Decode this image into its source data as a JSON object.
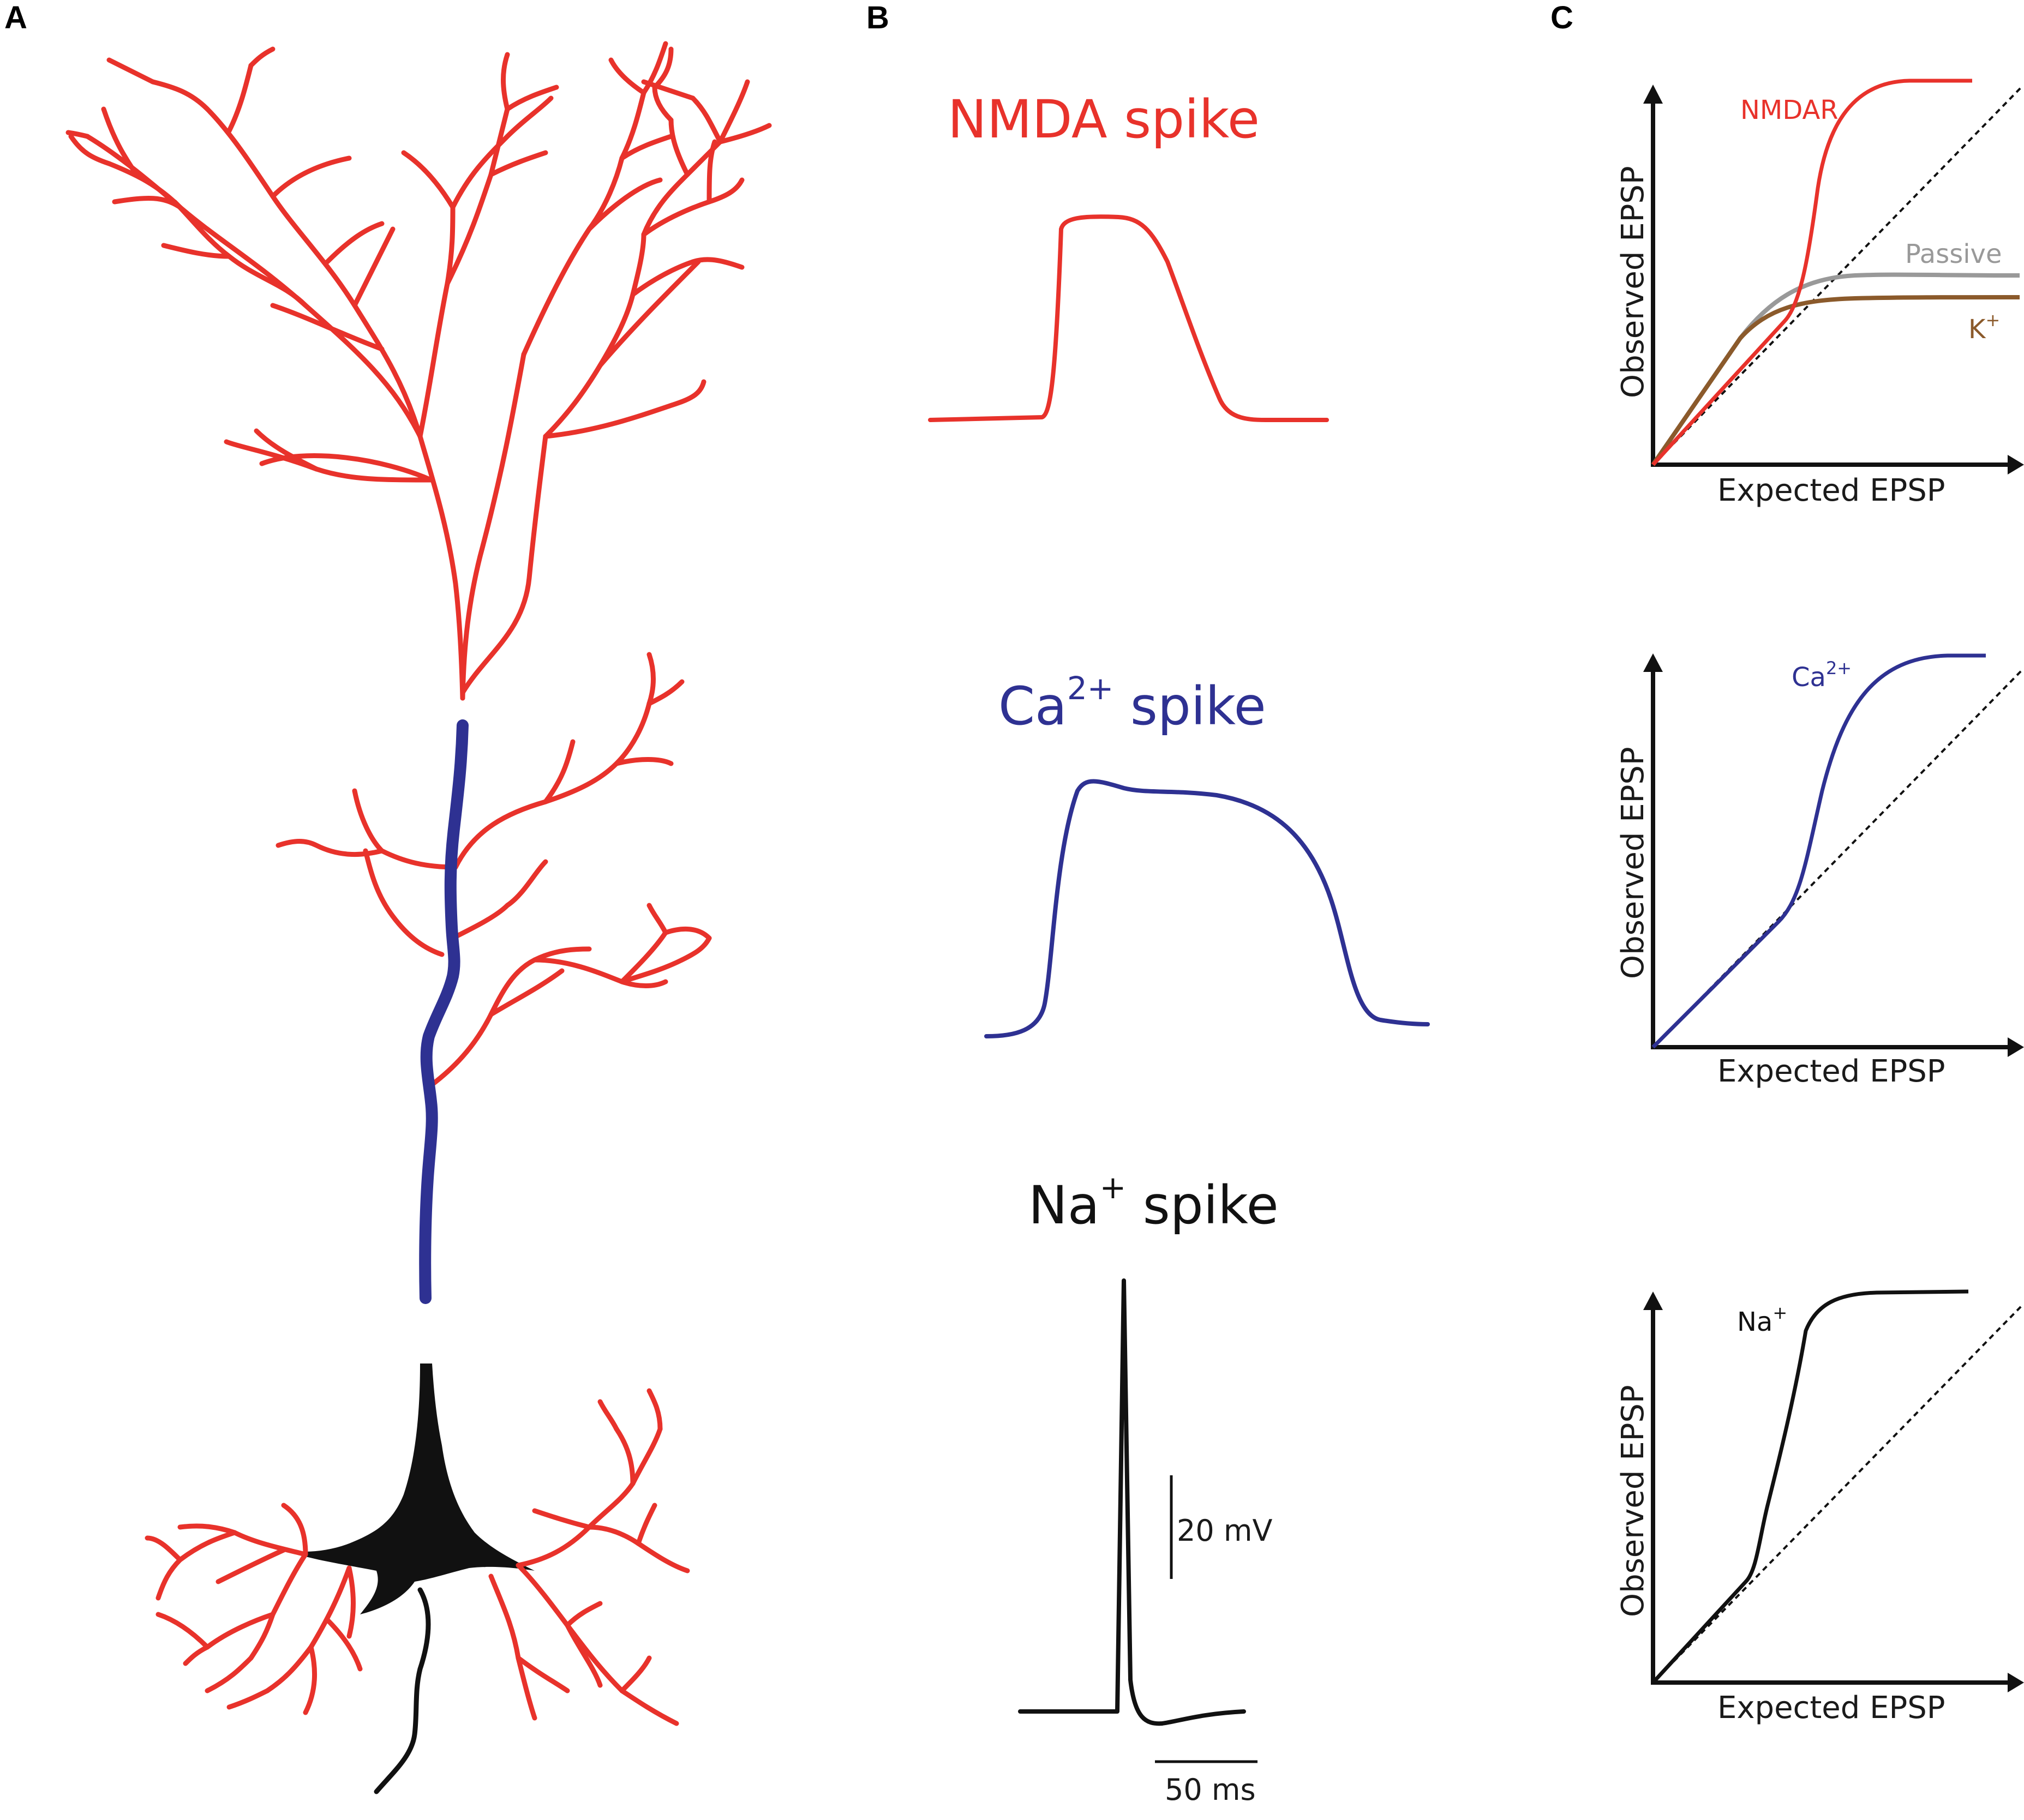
{
  "colors": {
    "nmda": "#e8322b",
    "calcium": "#2e3192",
    "sodium": "#111111",
    "passive": "#999999",
    "potassium": "#8b5a2b"
  },
  "panel_labels": {
    "a": "A",
    "b": "B",
    "c": "C"
  },
  "panel_b": {
    "nmda_title": "NMDA spike",
    "ca_title_main": "Ca",
    "ca_title_sup": "2+",
    "ca_title_rest": " spike",
    "na_title_main": "Na",
    "na_title_sup": "+",
    "na_title_rest": " spike",
    "scale_voltage": "20 mV",
    "scale_time": "50 ms"
  },
  "panel_c": {
    "xlabel": "Expected EPSP",
    "ylabel": "Observed EPSP",
    "plot1": {
      "nmdar_label": "NMDAR",
      "passive_label": "Passive",
      "k_label_main": "K",
      "k_label_sup": "+"
    },
    "plot2": {
      "ca_label_main": "Ca",
      "ca_label_sup": "2+"
    },
    "plot3": {
      "na_label_main": "Na",
      "na_label_sup": "+"
    }
  }
}
